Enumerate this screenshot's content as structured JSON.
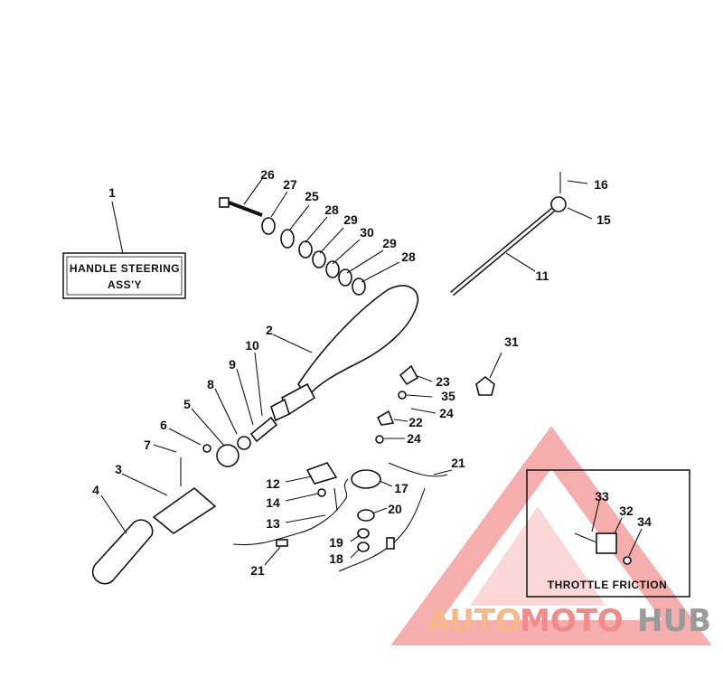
{
  "diagram": {
    "box_handle": {
      "line1": "HANDLE STEERING",
      "line2": "ASS'Y"
    },
    "box_throttle": {
      "label": "THROTTLE FRICTION"
    },
    "watermark": {
      "part1": "AUTO",
      "part2": "MOTO",
      "part3": "HUB"
    },
    "callouts": {
      "c1": "1",
      "c2": "2",
      "c3": "3",
      "c4": "4",
      "c5": "5",
      "c6": "6",
      "c7": "7",
      "c8": "8",
      "c9": "9",
      "c10": "10",
      "c11": "11",
      "c12": "12",
      "c13": "13",
      "c14": "14",
      "c15": "15",
      "c16": "16",
      "c17": "17",
      "c18": "18",
      "c19": "19",
      "c20": "20",
      "c21a": "21",
      "c21b": "21",
      "c22": "22",
      "c23": "23",
      "c24a": "24",
      "c24b": "24",
      "c25": "25",
      "c26": "26",
      "c27": "27",
      "c28a": "28",
      "c28b": "28",
      "c29a": "29",
      "c29b": "29",
      "c30": "30",
      "c31": "31",
      "c32": "32",
      "c33": "33",
      "c34": "34",
      "c35": "35"
    },
    "colors": {
      "ink": "#111111",
      "wm_red": "#f06b6b",
      "wm_orange": "#f5b98a",
      "wm_gray": "#9a9a9a"
    }
  }
}
